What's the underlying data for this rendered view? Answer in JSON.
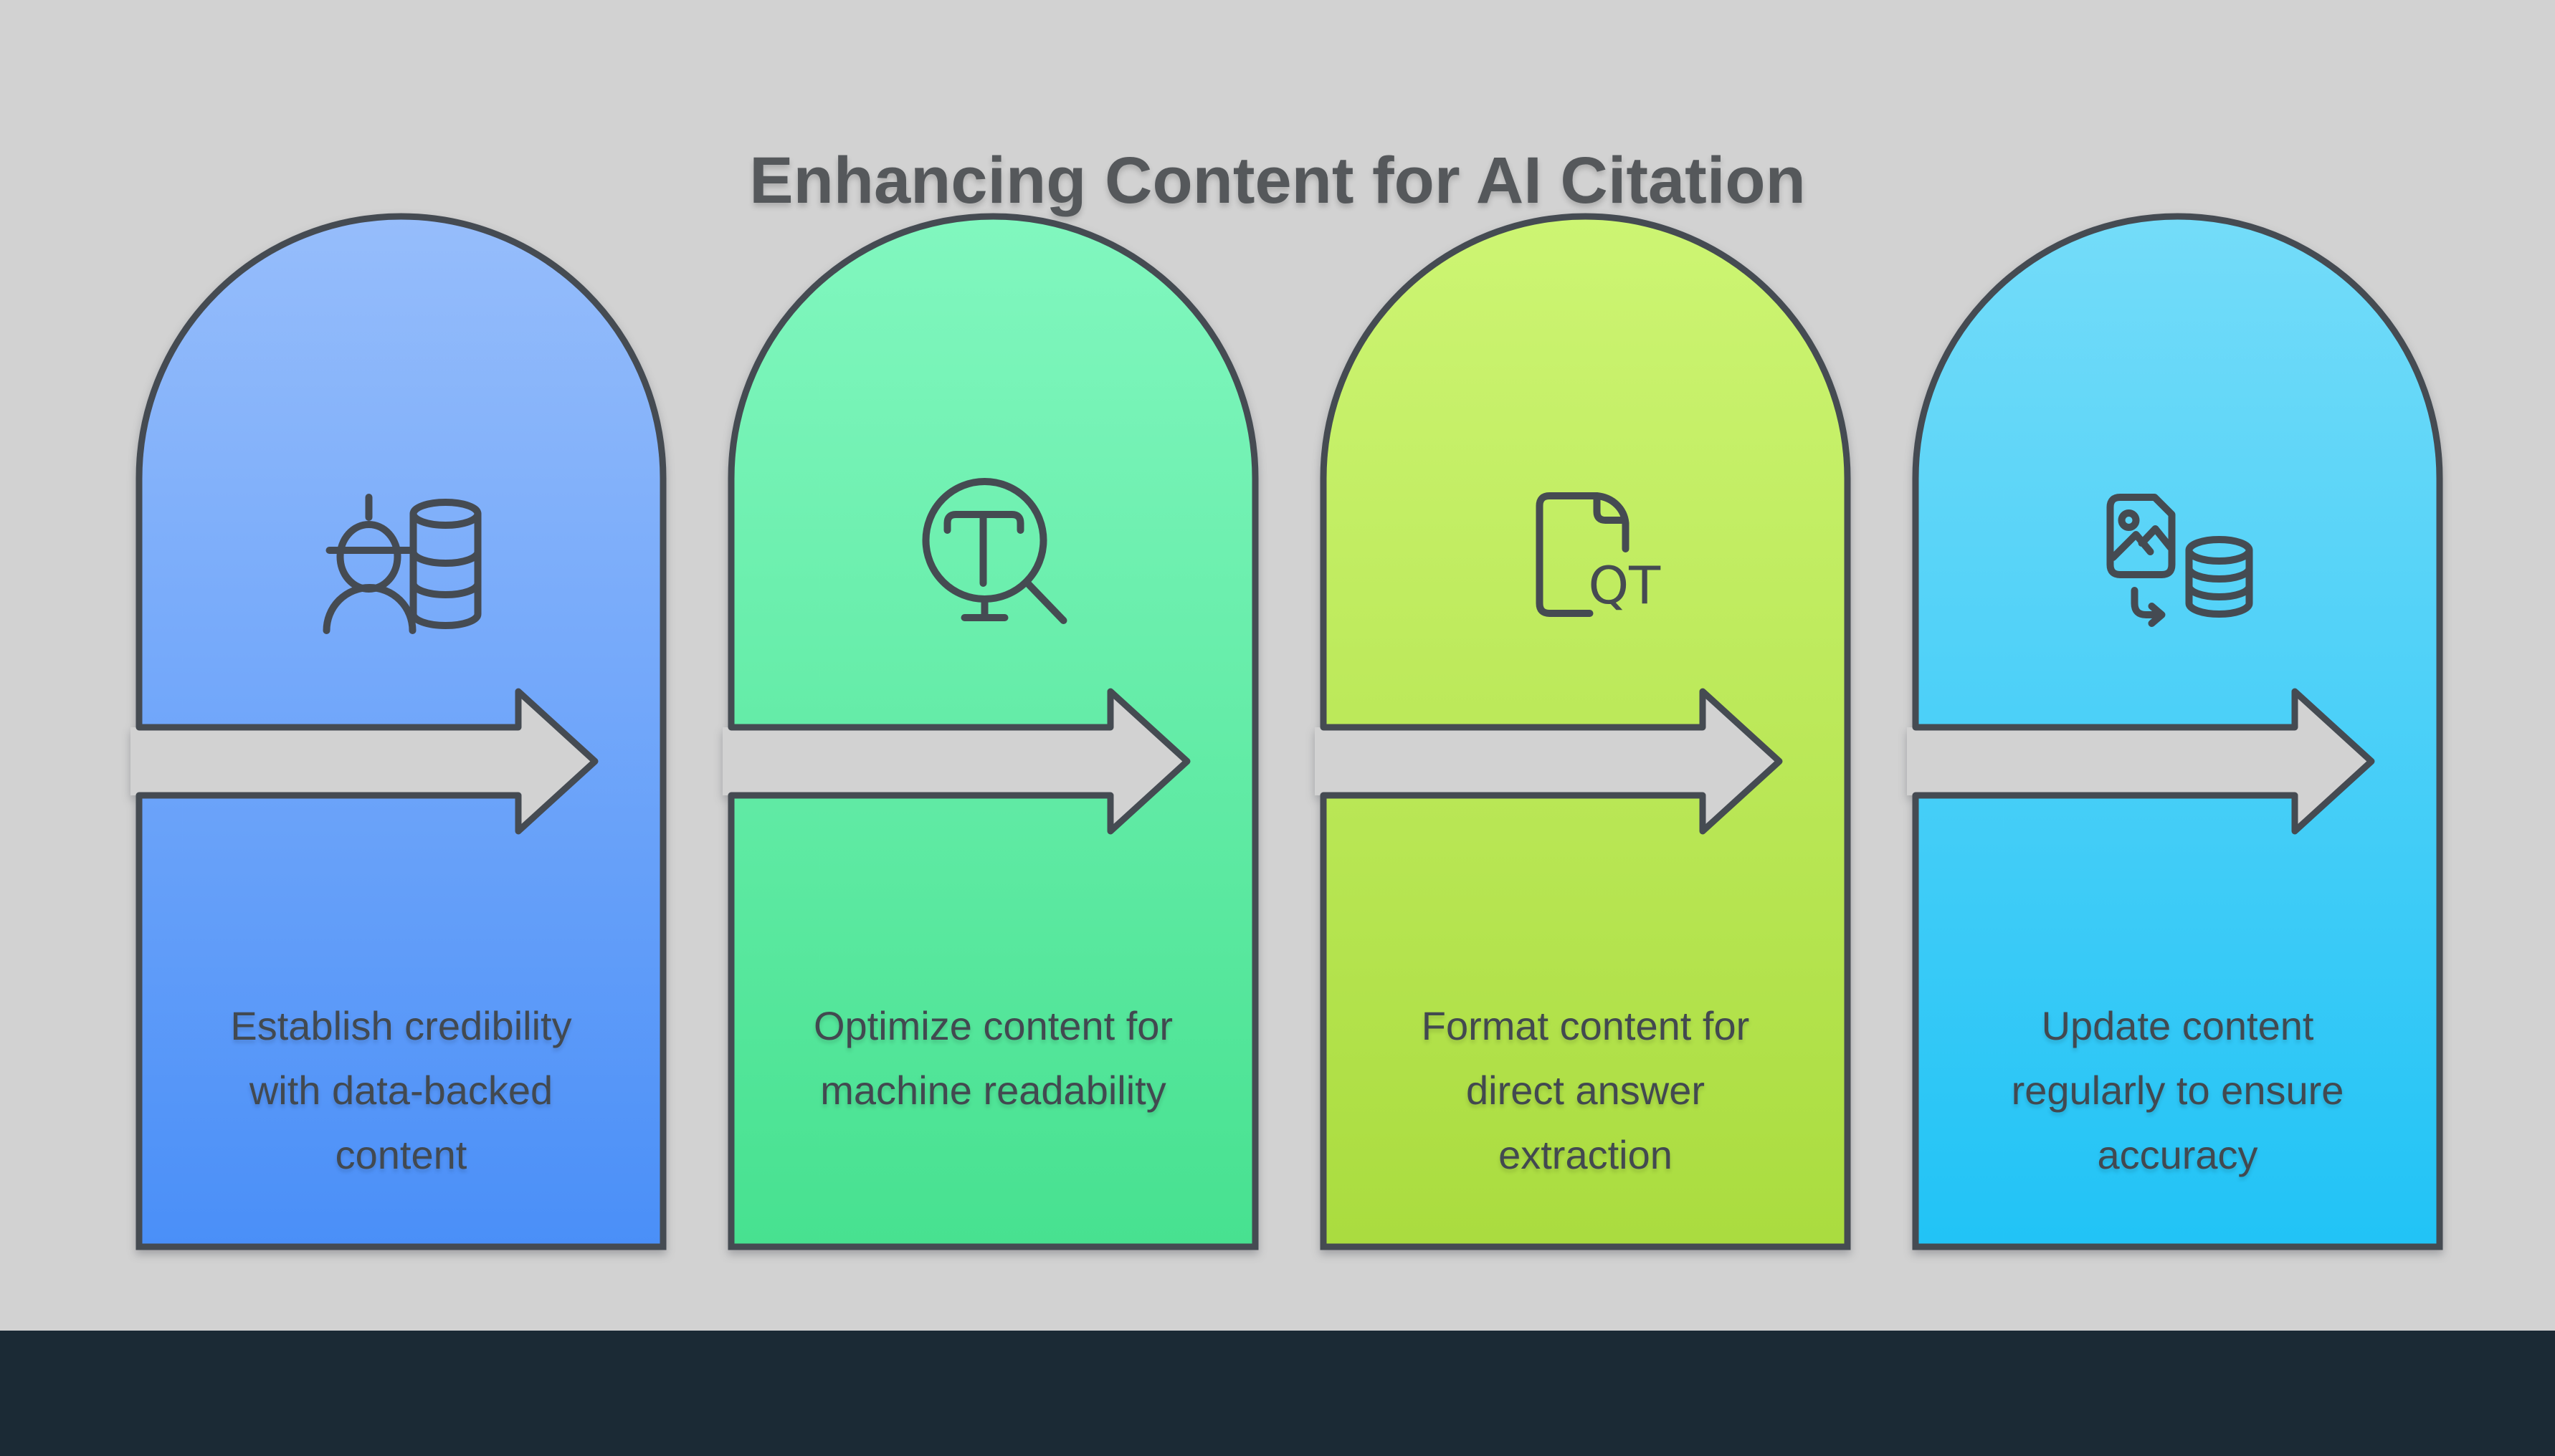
{
  "title": "Enhancing Content for AI Citation",
  "colors": {
    "background": "#d2d2d2",
    "footer_bar": "#1b2a35",
    "outline": "#454b52",
    "title_text": "#55585b",
    "card_text": "#424950"
  },
  "cards": [
    {
      "icon": "person-database-icon",
      "description": "Establish credibility\nwith data-backed\ncontent",
      "gradient_top": "#96bdfb",
      "gradient_bottom": "#4a8ff8"
    },
    {
      "icon": "text-search-magnifier-icon",
      "description": "Optimize content for\nmachine readability",
      "gradient_top": "#81f7bf",
      "gradient_bottom": "#47e190"
    },
    {
      "icon": "qt-document-icon",
      "icon_text": "QT",
      "description": "Format content for\ndirect answer\nextraction",
      "gradient_top": "#cdf573",
      "gradient_bottom": "#aadc3f"
    },
    {
      "icon": "image-to-database-icon",
      "description": "Update content\nregularly to ensure\naccuracy",
      "gradient_top": "#74dcf9",
      "gradient_bottom": "#21c3f6"
    }
  ]
}
